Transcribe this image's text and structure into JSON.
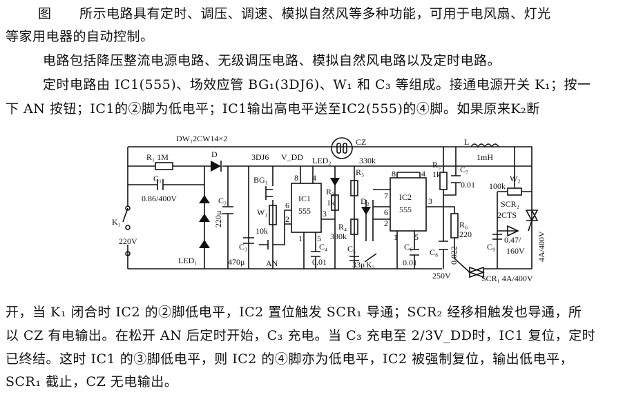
{
  "paragraphs": {
    "intro_fig": "图",
    "intro_l1": "所示电路具有定时、调压、调速、模拟自然风等多种功能，可用于电风扇、灯光",
    "intro_l2": "等家用电器的自动控制。",
    "p2": "电路包括降压整流电源电路、无级调压电路、模拟自然风电路以及定时电路。",
    "p3_l1": "定时电路由 IC1(555)、场效应管 BG₁(3DJ6)、W₁ 和 C₃ 等组成。接通电源开关 K₁；按一",
    "p3_l2": "下 AN 按钮；IC1的②脚为低电平；IC1输出高电平送至IC2(555)的④脚。如果原来K₂断",
    "p4_l1": "开，当 K₁ 闭合时 IC2 的②脚低电平，IC2 置位触发 SCR₁ 导通；SCR₂ 经移相触发也导通，所",
    "p4_l2": "以 CZ 有电输出。在松开 AN 后定时开始，C₃ 充电。当 C₃ 充电至 2/3V_DD时，IC1 复位，定时",
    "p4_l3": "已终结。这时 IC1 的③脚低电平，则 IC2 的④脚亦为低电平，IC2 被强制复位，输出低电平，",
    "p4_l4": "SCR₁ 截止，CZ 无电输出。"
  },
  "diagram": {
    "dw": "DW₁2CW14×2",
    "r1": "R₁ 1M",
    "c1": "C₁",
    "c1_val": "0.86/400V",
    "d": "D",
    "k1": "K₁",
    "v220": "220V",
    "led1": "LED₁",
    "c2": "C₂",
    "c2_val": "220μ",
    "bg_type": "3DJ6",
    "bg1": "BG₁",
    "w1": "W₁",
    "w1_val": "10k",
    "c3": "C₃",
    "c3_val": "470μ",
    "an": "AN",
    "vdd": "V_DD",
    "ic1": "IC1",
    "ic1_type": "555",
    "pin8a": "8",
    "pin4a": "4",
    "pin6a": "6",
    "pin2a": "2",
    "pin1a": "1",
    "pin5a": "5",
    "pin3a": "3",
    "c4": "C₄",
    "c4_val": "0.01",
    "led2": "LED₂",
    "cz": "CZ",
    "r2": "R₂",
    "r2_val": "1k",
    "r3": "R₃",
    "r3_val": "330k",
    "d2": "D₂",
    "r4": "R₄",
    "r4_val": "330k",
    "c5": "C₅",
    "c5_val": "33μ",
    "k2": "K₂",
    "ic2": "IC2",
    "ic2_type": "555",
    "pin8b": "8",
    "pin4b": "4",
    "pin7b": "7",
    "pin6b": "6",
    "pin2b": "2",
    "pin1b": "1",
    "pin5b": "5",
    "pin3b": "3",
    "c6": "C₆",
    "c6_val": "0.01",
    "r5": "R₅",
    "r5_val": "1k",
    "c7": "C₇",
    "c7_val": "0.01",
    "c8": "C₈",
    "c8_val": "0.022",
    "c8_v": "250V",
    "r6": "R₆",
    "r6_val": "220",
    "l": "L",
    "l_val": "1mH",
    "w2": "W₂",
    "w2_val": "100k",
    "scr2": "SCR₂",
    "cts": "2CTS",
    "c9": "C₉",
    "c9_val": "0.47/",
    "c9_v": "160V",
    "scr2_rating": "4A/400V",
    "scr1": "SCR₁ 4A/400V"
  }
}
